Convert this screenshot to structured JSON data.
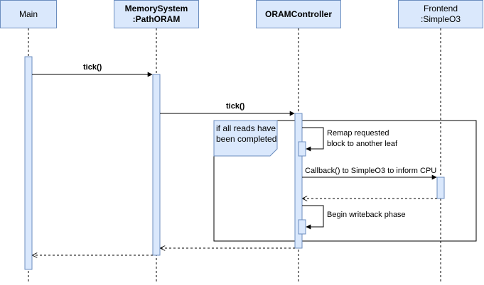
{
  "participants": [
    {
      "id": "main",
      "lines": [
        "Main"
      ],
      "bold": false
    },
    {
      "id": "pathoram",
      "lines": [
        "MemorySystem",
        ":PathORAM"
      ],
      "bold": true
    },
    {
      "id": "oramcontroller",
      "lines": [
        "ORAMController"
      ],
      "bold": true
    },
    {
      "id": "simpleo3",
      "lines": [
        "Frontend",
        ":SimpleO3"
      ],
      "bold": false
    }
  ],
  "fragment": {
    "condition_lines": [
      "if all reads have",
      "been completed"
    ]
  },
  "messages": {
    "tick_1": "tick()",
    "tick_2": "tick()",
    "remap_lines": [
      "Remap requested",
      "block to another leaf"
    ],
    "callback": "Callback() to SimpleO3 to inform CPU",
    "writeback": "Begin writeback phase"
  },
  "colors": {
    "participant_fill": "#dae8fc",
    "participant_stroke": "#6c8ebf",
    "line": "#000000"
  }
}
